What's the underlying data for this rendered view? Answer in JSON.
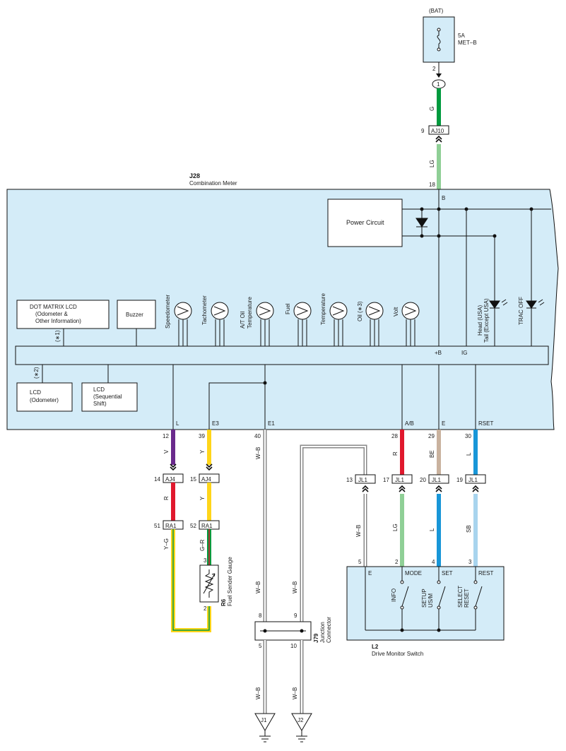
{
  "colors": {
    "module_fill": "#d4ecf8",
    "G": "#009a3e",
    "LG": "#8fcf96",
    "V": "#6a2a8c",
    "R": "#e0182d",
    "Y": "#ffd51a",
    "BE": "#c9b29e",
    "L": "#1896d8",
    "SB": "#a8d4ee",
    "W_B": "#888888"
  },
  "power": {
    "bat": "(BAT)",
    "fuse_rating": "5A",
    "fuse_name": "MET–B",
    "fuse_pin": "2",
    "bubble_pin": "1"
  },
  "aj10": {
    "name": "AJ10",
    "pin": "9"
  },
  "wires_top": {
    "g": "G",
    "lg": "LG"
  },
  "j28": {
    "id": "J28",
    "name": "Combination Meter",
    "pin_b": "18",
    "b_label": "B",
    "power_circuit": "Power Circuit",
    "dot_matrix": [
      "DOT MATRIX LCD",
      "(Odometer &",
      "Other Information)"
    ],
    "star1": "(∗1)",
    "star2": "(∗2)",
    "buzzer": "Buzzer",
    "gauges": [
      "Speedometer",
      "Tachometer",
      "A/T Oil",
      "Temperature",
      "Fuel",
      "Temperature",
      "Oil (∗3)",
      "Volt"
    ],
    "lamp1": [
      "Head (USA)",
      "Tail (Except USA)"
    ],
    "lamp2": "TRAC OFF",
    "bus_plus_b": "+B",
    "bus_ig": "IG",
    "lcd_odo": [
      "LCD",
      "(Odometer)"
    ],
    "lcd_seq": [
      "LCD",
      "(Sequential",
      "Shift)"
    ],
    "term_labels": [
      "L",
      "E3",
      "E1",
      "A/B",
      "E",
      "RSET"
    ]
  },
  "lower_pins": {
    "p12": "12",
    "p39": "39",
    "p40": "40",
    "p28": "28",
    "p29": "29",
    "p30": "30",
    "v": "V",
    "y": "Y",
    "wb": "W–B",
    "r": "R",
    "be": "BE",
    "l": "L"
  },
  "aj4": {
    "name": "AJ4",
    "p14": "14",
    "p15": "15",
    "r": "R",
    "y": "Y"
  },
  "ra1": {
    "name": "RA1",
    "p51": "51",
    "p52": "52",
    "yg": "Y–G",
    "gr": "G–R"
  },
  "r6": {
    "id": "R6",
    "name": "Fuel Sender Gauge",
    "p3": "3",
    "p2": "2"
  },
  "jl1": {
    "name": "JL1",
    "p13": "13",
    "p17": "17",
    "p20": "20",
    "p19": "19",
    "wb": "W–B",
    "lg": "LG",
    "l": "L",
    "sb": "SB",
    "p5": "5",
    "p2": "2",
    "p4": "4",
    "p3": "3"
  },
  "l2": {
    "id": "L2",
    "name": "Drive Monitor Switch",
    "terms": [
      "E",
      "MODE",
      "SET",
      "REST"
    ],
    "sw_info": "INFO",
    "sw_setup": [
      "SETUP",
      "US/M"
    ],
    "sw_select": [
      "SELECT",
      "RESET"
    ]
  },
  "j79": {
    "id": "J79",
    "name": [
      "Junction",
      "Connector"
    ],
    "p8": "8",
    "p9": "9",
    "p5": "5",
    "p10": "10",
    "wb": "W–B"
  },
  "grounds": {
    "j1": "J1",
    "j2": "J2"
  }
}
